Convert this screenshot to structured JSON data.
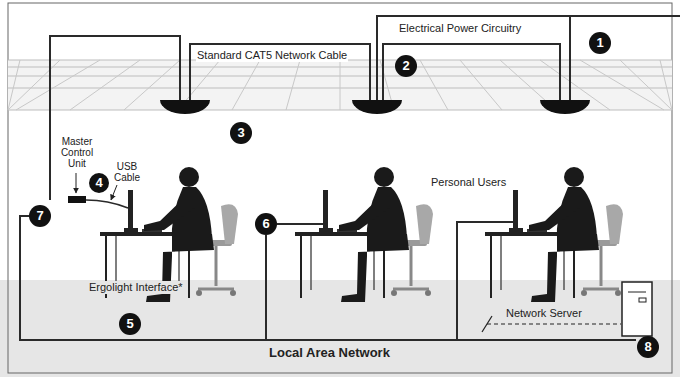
{
  "diagram": {
    "labels": [
      "Electrical Power Circuitry",
      "1",
      "Standard CAT5 Network Cable",
      "2",
      "3",
      "Master Control Unit",
      "USB Cable",
      "4",
      "Personal Users",
      "7",
      "6",
      "Ergolight Interface*",
      "5",
      "Network Server",
      "8",
      "Local Area Network"
    ]
  }
}
